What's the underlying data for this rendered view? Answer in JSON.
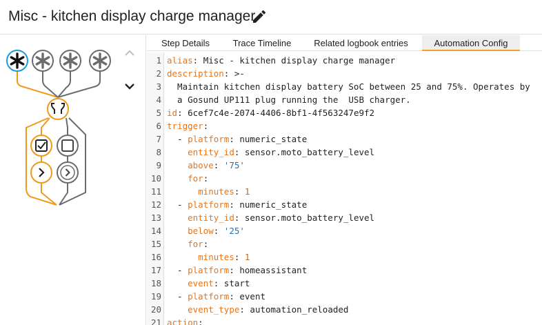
{
  "header": {
    "title": "Misc - kitchen display charge manager",
    "edit_icon": "pencil-icon"
  },
  "tabs": [
    "Step Details",
    "Trace Timeline",
    "Related logbook entries",
    "Automation Config"
  ],
  "active_tab": "Automation Config",
  "colors": {
    "accent": "#f4a12c",
    "trace_active": "#f09a1b",
    "trace_inactive": "#6b6b6b",
    "selected_trigger": "#1d9bd7"
  },
  "graph": {
    "icons": [
      "asterisk-icon",
      "asterisk-icon",
      "asterisk-icon",
      "asterisk-icon",
      "choose-icon",
      "checkbox-checked-icon",
      "checkbox-empty-icon",
      "chevron-right-icon",
      "chevron-right-icon"
    ]
  },
  "code_lines": [
    {
      "n": "1",
      "key": "alias",
      "val": " Misc - kitchen display charge manager",
      "cls": ""
    },
    {
      "n": "2",
      "key": "description",
      "val": " >-",
      "cls": ""
    },
    {
      "n": "3",
      "key": "",
      "val": "  Maintain kitchen display battery SoC between 25 and 75%. Operates by",
      "cls": ""
    },
    {
      "n": "4",
      "key": "",
      "val": "  a Gosund UP111 plug running the  USB charger.",
      "cls": ""
    },
    {
      "n": "5",
      "key": "id",
      "val": " 6cef7c4e-2074-4406-8bf1-4f563247e9f2",
      "cls": ""
    },
    {
      "n": "6",
      "key": "trigger",
      "val": "",
      "cls": ""
    },
    {
      "n": "7",
      "indent": "  - ",
      "key": "platform",
      "val": " numeric_state",
      "cls": ""
    },
    {
      "n": "8",
      "indent": "    ",
      "key": "entity_id",
      "val": " sensor.moto_battery_level",
      "cls": ""
    },
    {
      "n": "9",
      "indent": "    ",
      "key": "above",
      "val": " '75'",
      "cls": "s"
    },
    {
      "n": "10",
      "indent": "    ",
      "key": "for",
      "val": "",
      "cls": ""
    },
    {
      "n": "11",
      "indent": "      ",
      "key": "minutes",
      "val": " 1",
      "cls": "n"
    },
    {
      "n": "12",
      "indent": "  - ",
      "key": "platform",
      "val": " numeric_state",
      "cls": ""
    },
    {
      "n": "13",
      "indent": "    ",
      "key": "entity_id",
      "val": " sensor.moto_battery_level",
      "cls": ""
    },
    {
      "n": "14",
      "indent": "    ",
      "key": "below",
      "val": " '25'",
      "cls": "s"
    },
    {
      "n": "15",
      "indent": "    ",
      "key": "for",
      "val": "",
      "cls": ""
    },
    {
      "n": "16",
      "indent": "      ",
      "key": "minutes",
      "val": " 1",
      "cls": "n"
    },
    {
      "n": "17",
      "indent": "  - ",
      "key": "platform",
      "val": " homeassistant",
      "cls": ""
    },
    {
      "n": "18",
      "indent": "    ",
      "key": "event",
      "val": " start",
      "cls": ""
    },
    {
      "n": "19",
      "indent": "  - ",
      "key": "platform",
      "val": " event",
      "cls": ""
    },
    {
      "n": "20",
      "indent": "    ",
      "key": "event_type",
      "val": " automation_reloaded",
      "cls": ""
    },
    {
      "n": "21",
      "key": "action",
      "val": "",
      "cls": ""
    }
  ]
}
